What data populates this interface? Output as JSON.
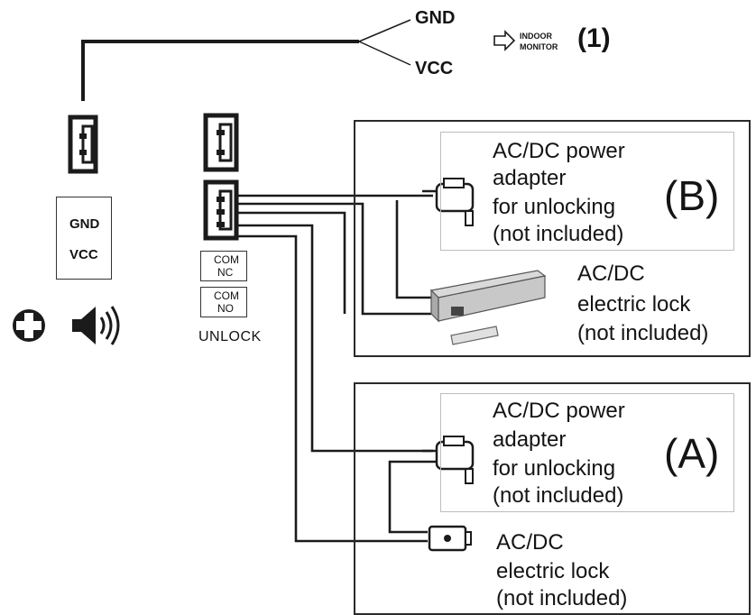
{
  "monitor_wires": {
    "gnd": "GND",
    "vcc": "VCC",
    "target_line1": "INDOOR",
    "target_line2": "MONITOR",
    "number": "(1)"
  },
  "power_terminal": {
    "gnd": "GND",
    "vcc": "VCC"
  },
  "unlock_terminal": {
    "nc_top": "COM",
    "nc_bottom": "NC",
    "no_top": "COM",
    "no_bottom": "NO",
    "label": "UNLOCK"
  },
  "panel_b": {
    "letter": "(B)",
    "adapter_lines": [
      "AC/DC power",
      "adapter",
      "for unlocking",
      "(not included)"
    ],
    "lock_lines": [
      "AC/DC",
      "electric lock",
      "(not included)"
    ]
  },
  "panel_a": {
    "letter": "(A)",
    "adapter_lines": [
      "AC/DC power",
      "adapter",
      "for unlocking",
      "(not included)"
    ],
    "lock_lines": [
      "AC/DC",
      "electric lock",
      "(not included)"
    ]
  },
  "icons": [
    "plus-circle-icon",
    "speaker-icon",
    "arrow-right-icon"
  ],
  "colors": {
    "ink": "#141414",
    "panel_border": "#2a2a2a",
    "inner_border": "#bdbdbd"
  }
}
